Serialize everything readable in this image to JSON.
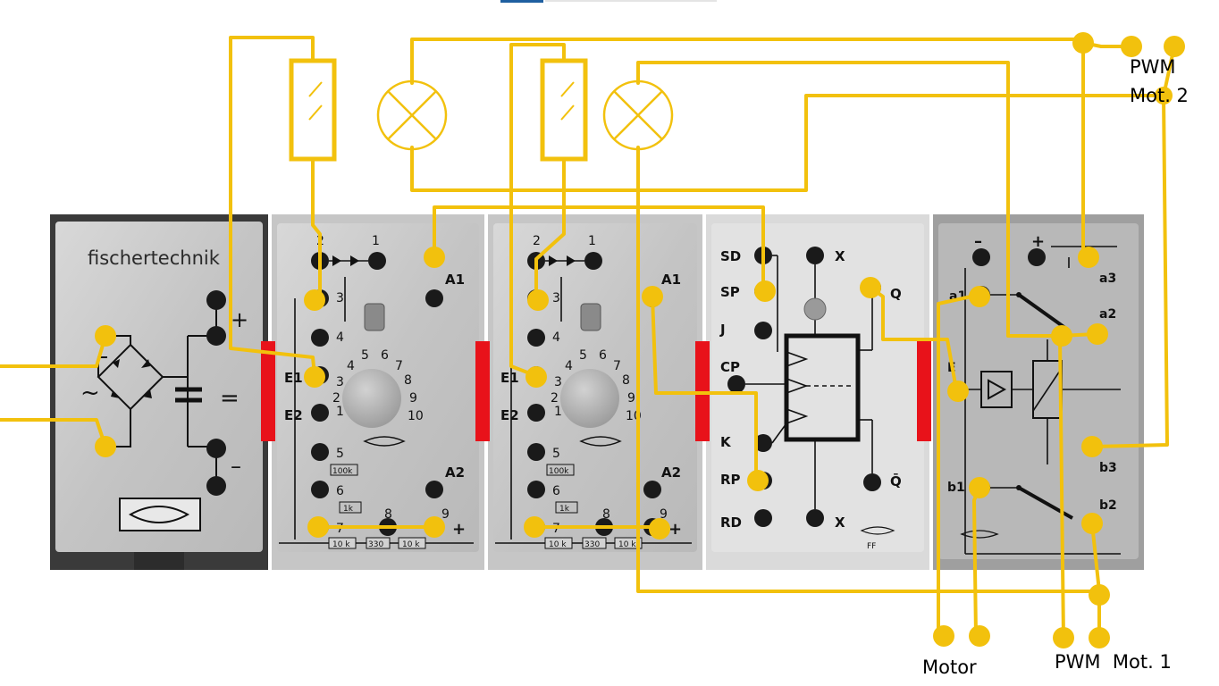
{
  "labels": {
    "pwm_mot2": "PWM\nMot. 2",
    "motor": "Motor",
    "pwm_mot1": "PWM  Mot. 1"
  },
  "power_module": {
    "brand": "fischertechnik",
    "plus": "+",
    "minus": "–",
    "ac": "~",
    "dc": "="
  },
  "relay_module": {
    "pins": [
      "1",
      "2",
      "3",
      "4",
      "5",
      "6",
      "7",
      "8",
      "9"
    ],
    "e1": "E1",
    "e2": "E2",
    "a1": "A1",
    "a2": "A2",
    "plus": "+",
    "resistors": [
      "100k",
      "1k",
      "10 k",
      "330",
      "10 k"
    ],
    "dial": [
      "1",
      "2",
      "3",
      "4",
      "5",
      "6",
      "7",
      "8",
      "9",
      "10"
    ]
  },
  "flipflop_module": {
    "left": [
      "SD",
      "SP",
      "J",
      "CP",
      "K",
      "RP",
      "RD"
    ],
    "right": [
      "X",
      "Q",
      "Q̄",
      "X"
    ],
    "tag": "FF"
  },
  "power_stage_module": {
    "top": [
      "–",
      "+"
    ],
    "pins": [
      "a1",
      "a2",
      "a3",
      "E",
      "b1",
      "b2",
      "b3"
    ]
  },
  "colors": {
    "wire": "#f2c10d",
    "connector": "#e8121a",
    "panel": "#c9c9c9",
    "frame": "#d9d9d9"
  },
  "icons": [
    "lamp-icon",
    "phototransistor-icon",
    "fish-logo-icon",
    "amplifier-icon"
  ]
}
